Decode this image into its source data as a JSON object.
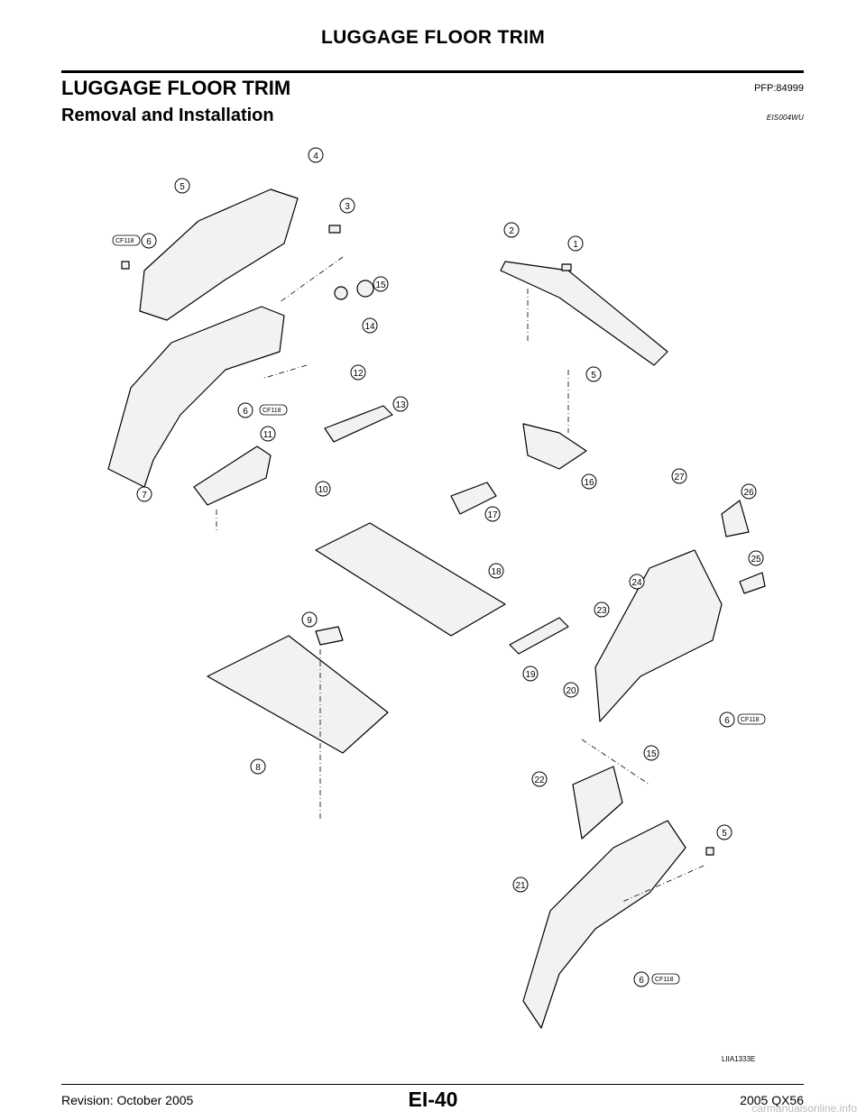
{
  "header": {
    "title": "LUGGAGE FLOOR TRIM"
  },
  "section": {
    "title": "LUGGAGE FLOOR TRIM",
    "pfp": "PFP:84999"
  },
  "subsection": {
    "title": "Removal and Installation",
    "code": "EIS004WU"
  },
  "figure": {
    "code": "LIIA1333E",
    "callouts": [
      "4",
      "5",
      "3",
      "6",
      "2",
      "1",
      "15",
      "14",
      "12",
      "13",
      "5",
      "6",
      "11",
      "10",
      "7",
      "16",
      "17",
      "27",
      "26",
      "18",
      "25",
      "24",
      "23",
      "9",
      "19",
      "20",
      "6",
      "8",
      "15",
      "22",
      "5",
      "21",
      "6"
    ],
    "clip_code": "CF118"
  },
  "footer": {
    "page_number": "EI-40",
    "revision": "Revision: October 2005",
    "model": "2005 QX56",
    "watermark": "carmanualsonline.info"
  }
}
